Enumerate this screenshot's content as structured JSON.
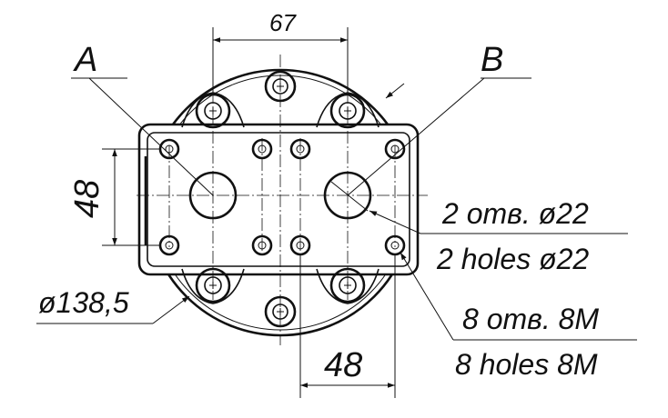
{
  "drawing": {
    "label_a": "A",
    "label_b": "B",
    "dim_top": "67",
    "dim_left": "48",
    "dim_bottom": "48",
    "diameter": "ø138,5",
    "holes22_ru": "2 отв. ø22",
    "holes22_en": "2 holes ø22",
    "holes8m_ru": "8 отв. 8M",
    "holes8m_en": "8 holes 8M"
  }
}
